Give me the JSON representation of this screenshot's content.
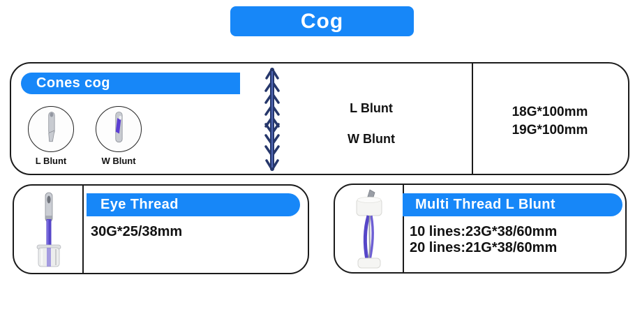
{
  "accent_color": "#1787f8",
  "title_banner": {
    "label": "Cog"
  },
  "cones_panel": {
    "header": "Cones cog",
    "figure_labels": [
      "L Blunt",
      "W Blunt"
    ],
    "variant_labels": [
      "L Blunt",
      "W Blunt"
    ],
    "specs": [
      "18G*100mm",
      "19G*100mm"
    ]
  },
  "eye_thread_panel": {
    "header": "Eye Thread",
    "spec": "30G*25/38mm"
  },
  "multi_thread_panel": {
    "header": "Multi Thread L Blunt",
    "specs": [
      "10 lines:23G*38/60mm",
      "20 lines:21G*38/60mm"
    ]
  }
}
